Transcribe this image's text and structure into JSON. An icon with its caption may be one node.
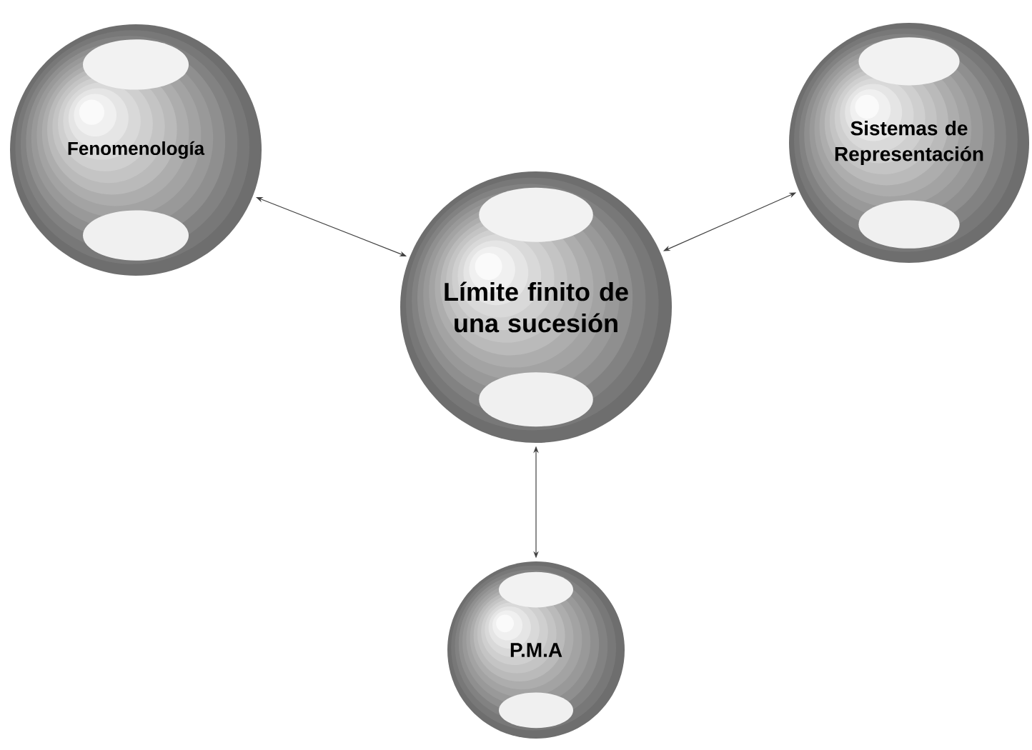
{
  "diagram": {
    "nodes": [
      {
        "text": [
          "Fenomenología"
        ]
      },
      {
        "text": [
          "Límite finito de una sucesión"
        ]
      },
      {
        "text": [
          "Sistemas de Representación"
        ]
      },
      {
        "text": [
          "P.M.A"
        ]
      }
    ],
    "edges": [
      {
        "from": 1,
        "to": 0,
        "arrow": "both"
      },
      {
        "from": 1,
        "to": 2,
        "arrow": "both"
      },
      {
        "from": 1,
        "to": 3,
        "arrow": "both"
      }
    ]
  }
}
